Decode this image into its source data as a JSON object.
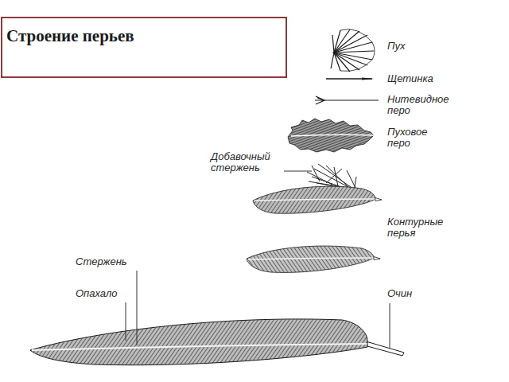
{
  "diagram": {
    "title": "Строение перьев",
    "labels": [
      "Пух",
      "Щетинка",
      "Нитевидное перо",
      "Пуховое перо",
      "Добавочный стержень",
      "Контурные перья",
      "Стержень",
      "Опахало",
      "Очин"
    ]
  }
}
